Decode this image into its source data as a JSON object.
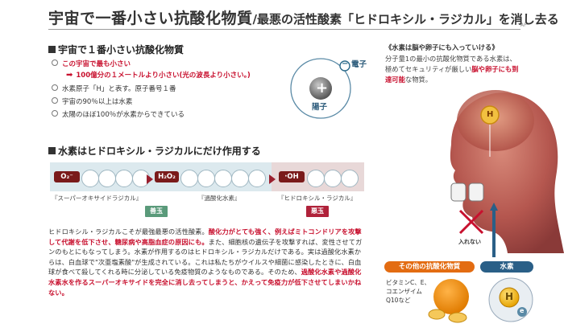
{
  "header": {
    "title_main": "宇宙で一番小さい抗酸化物質",
    "title_sub": "/最悪の活性酸素「ヒドロキシル・ラジカル」を消し去る",
    "corner_mark": "AP"
  },
  "section1": {
    "heading": "宇宙で１番小さい抗酸化物質",
    "items": [
      "この宇宙で最も小さい",
      "100億分の１メートルより小さい(光の波長より小さい。)",
      "水素原子「H」と表す。原子番号１番",
      "宇宙の90％以上は水素",
      "太陽のほぼ100％が水素からできている"
    ]
  },
  "atom": {
    "nucleus_symbol": "+",
    "electron_symbol": "−",
    "electron_label": "電子",
    "proton_label": "陽子"
  },
  "section2": {
    "heading": "水素はヒドロキシル・ラジカルにだけ作用する",
    "steps": [
      {
        "formula": "O₂⁻",
        "label": "『スーパーオキサイドラジカル』"
      },
      {
        "formula": "H₂O₂",
        "label": "『過酸化水素』"
      },
      {
        "formula": "·OH",
        "label": "『ヒドロキシル・ラジカル』"
      }
    ],
    "good_tag": "善玉",
    "bad_tag": "悪玉"
  },
  "body": {
    "p1": "ヒドロキシル・ラジカルこそが最強最悪の活性酸素。",
    "p1_red": "酸化力がとても強く、例えばミトコンドリアを攻撃して代謝を低下させ、糖尿病や高脂血症の原因にも。",
    "p1_rest": "また、細胞核の遺伝子を攻撃すれば、変性させてガンのもとにもなってしまう。水素が作用するのはヒドロキシル・ラジカルだけである。実は過酸化水素からは、白血球で\"次亜塩素酸\"が生成されている。これは私たちがウイルスや細菌に感染したときに、白血球が食べて殺してくれる時に分泌している免疫物質のようなものである。そのため、",
    "p1_red2": "過酸化水素や過酸化水素水を作るスーパーオキサイドを完全に消し去ってしまうと、かえって免疫力が低下させてしまいかねない。"
  },
  "right": {
    "heading": "《水素は脳や卵子にも入っていける》",
    "line1": "分子量1の最小の抗酸化物質である水素は、",
    "line2": "極めてセキュリティが厳しい",
    "line2_red": "脳や卵子にも到",
    "line3_red": "達可能",
    "line3": "な物質。",
    "brain_symbol": "H",
    "blocked_label": "入れない",
    "other_box": "その他の抗酸化物質",
    "hydrogen_box": "水素",
    "vitamins": [
      "ビタミンC、E、",
      "コエンザイム",
      "Q10など"
    ],
    "hydrogen_symbol": "H",
    "electron_e": "e"
  }
}
